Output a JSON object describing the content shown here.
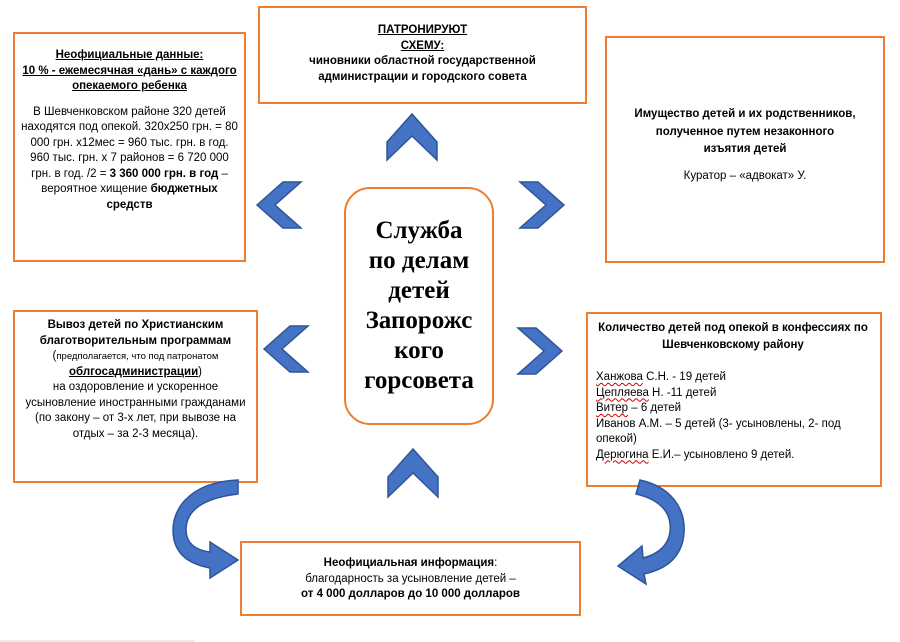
{
  "colors": {
    "box_border": "#ed7d31",
    "arrow_fill": "#4472c4",
    "arrow_stroke": "#2f5597"
  },
  "center": {
    "title": "Служба по делам детей Запорожс кого горсовета"
  },
  "top": {
    "heading1": "ПАТРОНИРУЮТ",
    "heading2": "СХЕМУ:",
    "body": "чиновники областной государственной администрации и городского совета"
  },
  "left_top": {
    "heading1": "Неофициальные данные:",
    "heading2": "10 % - ежемесячная «дань» с каждого опекаемого ребенка",
    "p1": "В Шевченковском районе 320 детей находятся под опекой. 320х250 грн. = 80 000 грн. х12мес = 960 тыс. грн. в год.",
    "p2a": "960 тыс. грн. х 7 районов = 6 720 000 грн.  в год. /2 = ",
    "p2b": "3 360 000 грн. в год",
    "p2c": " – вероятное хищение ",
    "p2d": "бюджетных средств"
  },
  "right_top": {
    "body": "Имущество детей и их родственников, полученное путем незаконного изъятия детей",
    "curator": "Куратор – «адвокат» У."
  },
  "left_bottom": {
    "heading": "Вывоз детей по Христианским благотворительным программам",
    "paren_open": "(",
    "note": "предполагается, что под патронатом",
    "org": "облгосадминистрации",
    "paren_close": ")",
    "body": "на оздоровление и ускоренное усыновление иностранными гражданами (по закону – от 3-х лет, при вывозе на отдых – за 2-3 месяца)."
  },
  "right_bottom": {
    "heading": "Количество детей под опекой  в конфессиях по Шевченковскому району",
    "items": [
      {
        "name": "Ханжова",
        "rest": " С.Н. - 19 детей"
      },
      {
        "name": "Цепляева",
        "rest": " Н. -11 детей"
      },
      {
        "name": "Витер",
        "rest": " – 6 детей"
      },
      {
        "name": "",
        "rest": "Иванов А.М. – 5 детей (3- усыновлены, 2- под опекой)"
      },
      {
        "name": "Дерюгина",
        "rest": " Е.И.– усыновлено  9 детей."
      }
    ]
  },
  "bottom": {
    "heading": "Неофициальная информация",
    "colon": ":",
    "line1": "благодарность за усыновление детей –",
    "line2": "от 4 000 долларов до 10 000 долларов"
  }
}
